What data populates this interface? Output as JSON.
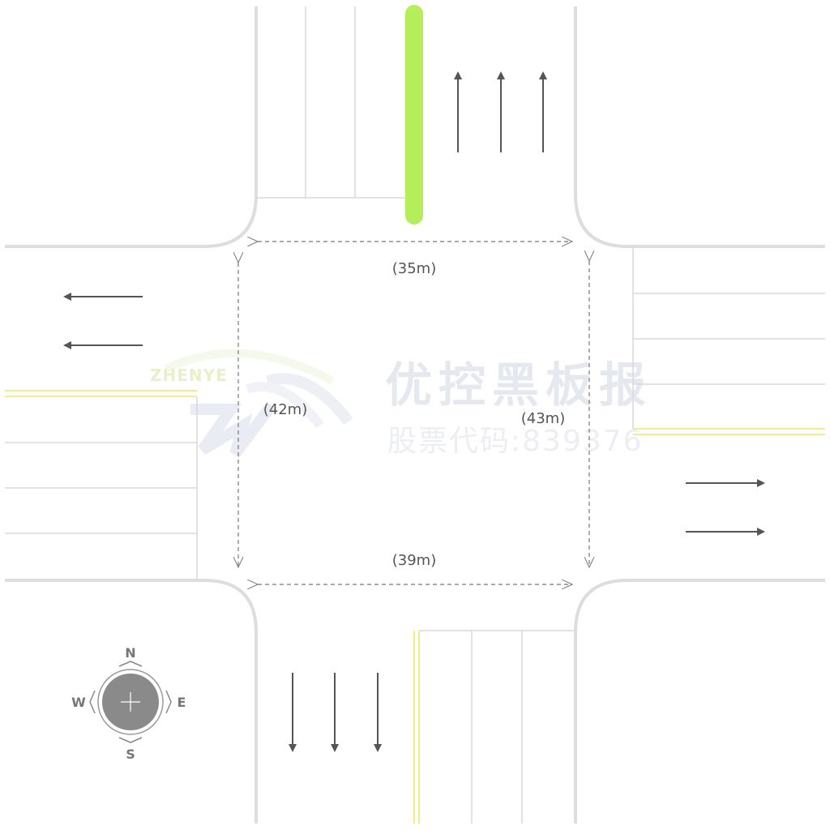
{
  "dimensions": {
    "north_width": "(35m)",
    "south_width": "(39m)",
    "west_height": "(42m)",
    "east_height": "(43m)"
  },
  "watermark": {
    "brand": "ZHENYE",
    "title": "优控黑板报",
    "subtitle": "股票代码:839376"
  },
  "compass": {
    "north": "N",
    "south": "S",
    "east": "E",
    "west": "W"
  },
  "colors": {
    "curb": "#dddddd",
    "lane_line": "#d8d8d8",
    "center_line": "#f2ec8c",
    "arrow": "#555555",
    "highlight_bar": "#b5ee5a",
    "dimension_line": "#777777"
  },
  "icons": [
    "arrow-up-icon",
    "arrow-left-icon",
    "arrow-right-icon",
    "arrow-down-icon",
    "compass-icon"
  ]
}
